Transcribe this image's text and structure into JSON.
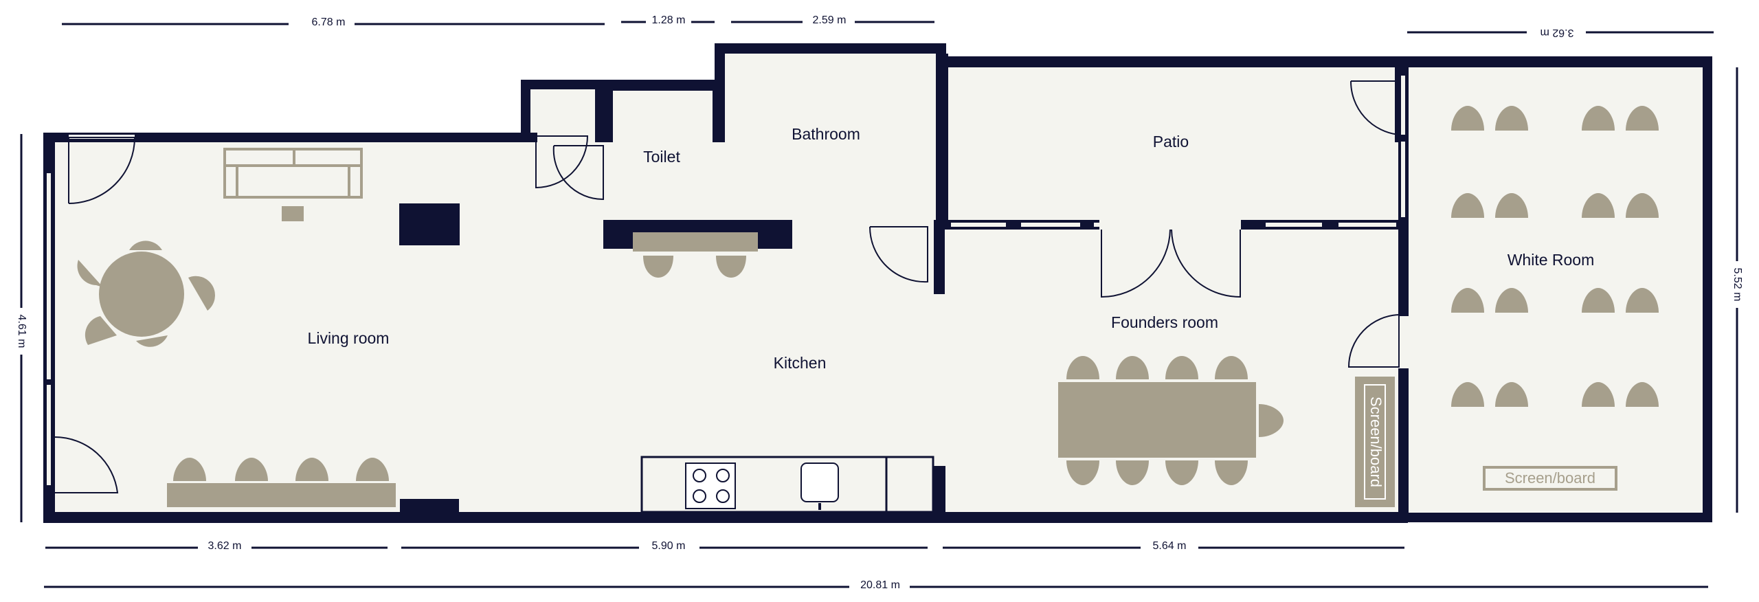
{
  "colors": {
    "wall": "#0f1233",
    "floor": "#f4f4ef",
    "furniture": "#a69f8c"
  },
  "rooms": {
    "living_room": "Living room",
    "kitchen": "Kitchen",
    "toilet": "Toilet",
    "bathroom": "Bathroom",
    "patio": "Patio",
    "founders_room": "Founders room",
    "white_room": "White Room"
  },
  "labels": {
    "screen_board_vertical": "Screen/board",
    "screen_board_horizontal": "Screen/board"
  },
  "dimensions": {
    "top_living": "6.78 m",
    "top_toilet": "1.28 m",
    "top_bathroom": "2.59 m",
    "top_white_room": "3.62 m",
    "left_height": "4.61 m",
    "right_height": "5.52 m",
    "bottom_living": "3.62 m",
    "bottom_kitchen": "5.90 m",
    "bottom_founders": "5.64 m",
    "total_width": "20.81 m"
  }
}
